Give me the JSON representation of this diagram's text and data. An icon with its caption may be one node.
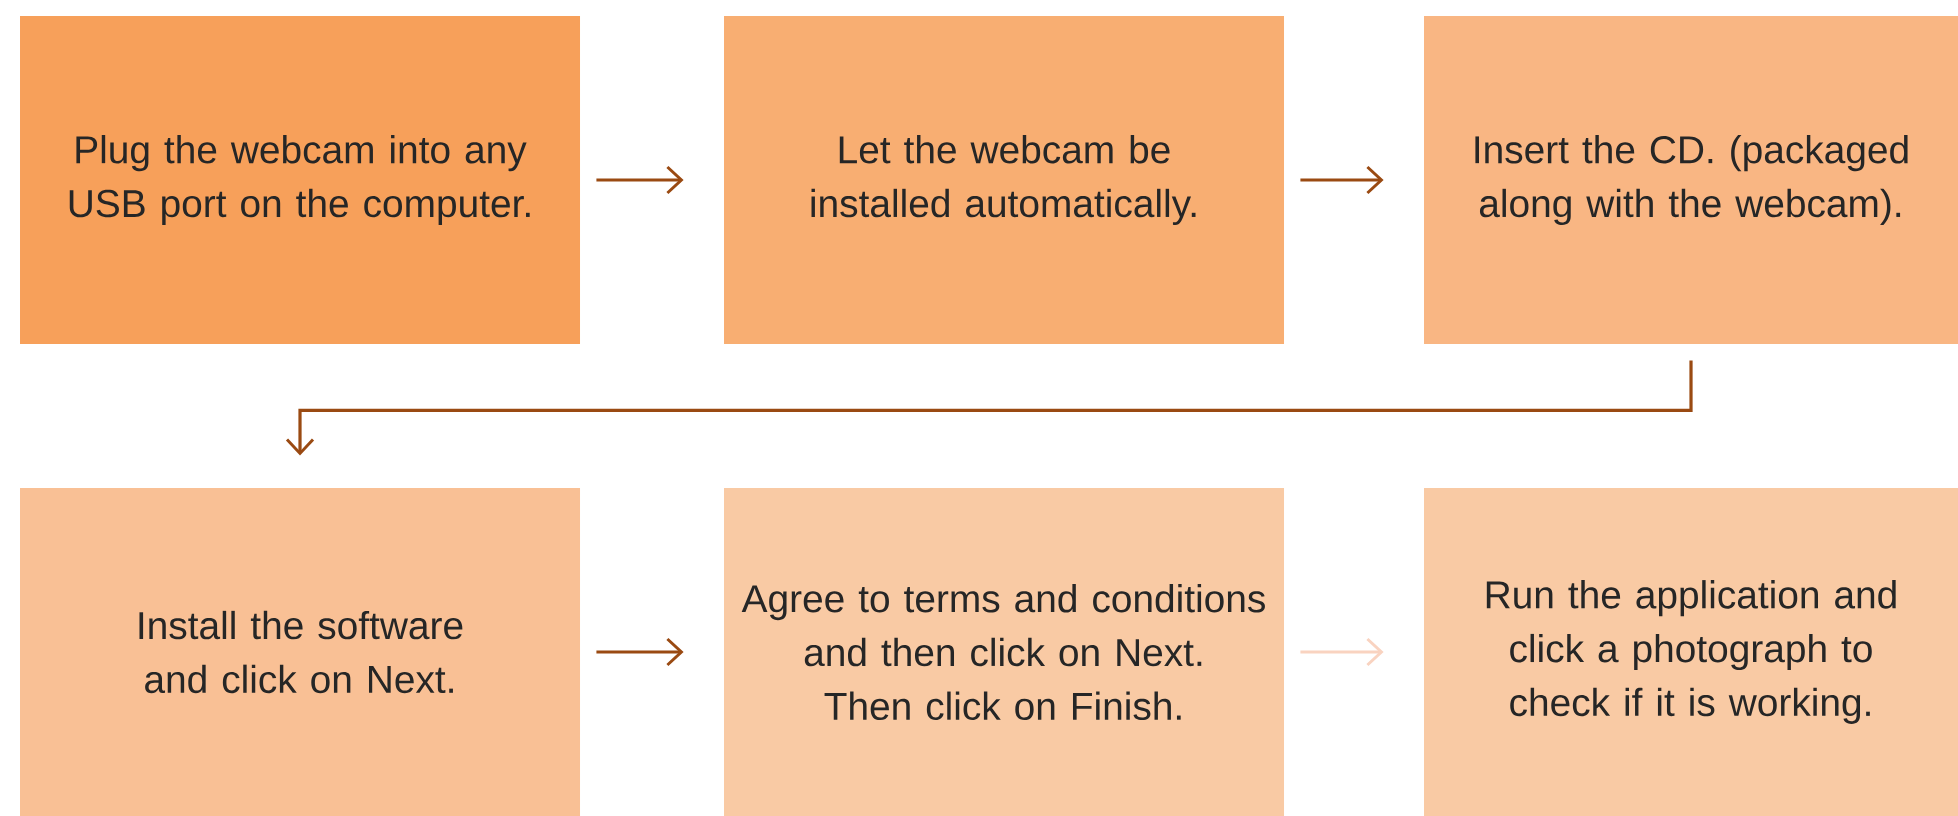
{
  "diagram": {
    "nodes": [
      {
        "text": [
          "Plug the webcam into any USB port on the computer."
        ]
      },
      {
        "text": [
          "Let the webcam be installed automatically."
        ]
      },
      {
        "text": [
          "Insert the CD. (packaged along with the webcam)."
        ]
      },
      {
        "text": [
          "Install the software and click on Next."
        ]
      },
      {
        "text": [
          "Agree to terms and conditions and then click on Next. Then click on Finish."
        ]
      },
      {
        "text": [
          "Run the application and click a photograph to check if it is working."
        ]
      }
    ],
    "edges": [
      {
        "from": 0,
        "to": 1,
        "arrow": "to"
      },
      {
        "from": 1,
        "to": 2,
        "arrow": "to"
      },
      {
        "from": 2,
        "to": 3,
        "arrow": "to"
      },
      {
        "from": 3,
        "to": 4,
        "arrow": "to"
      },
      {
        "from": 4,
        "to": 5,
        "arrow": "to",
        "color": "#f9d3c0"
      }
    ]
  }
}
